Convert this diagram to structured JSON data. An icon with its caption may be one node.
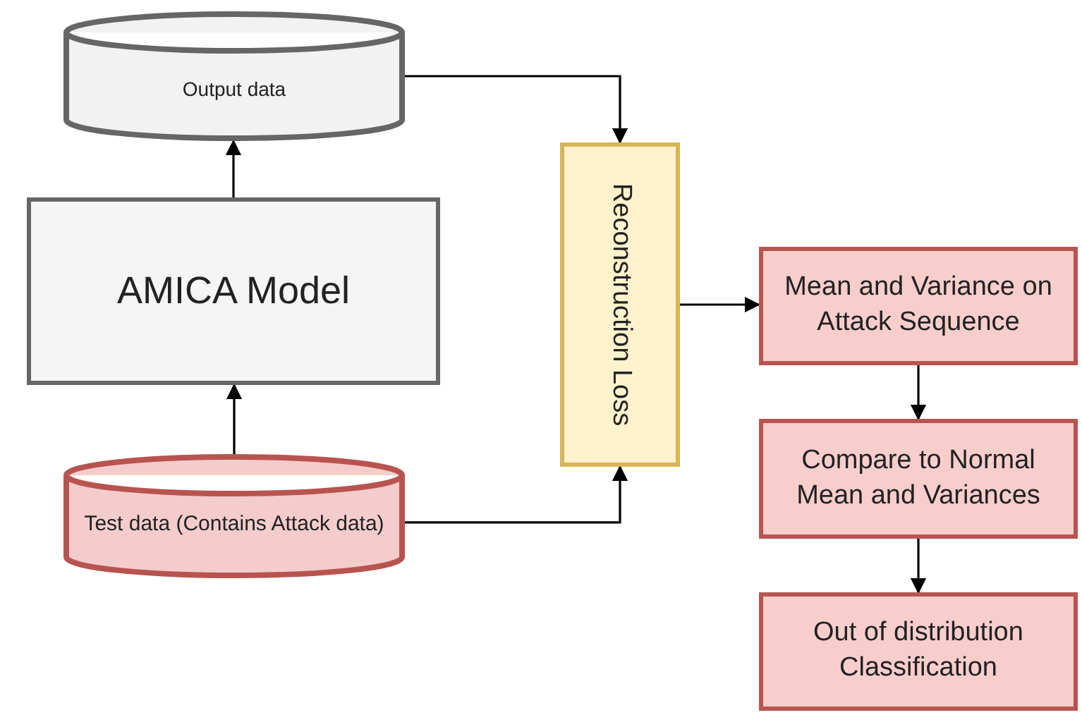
{
  "diagram": {
    "nodes": [
      {
        "text": [
          "Output data"
        ]
      },
      {
        "text": [
          "AMICA Model"
        ]
      },
      {
        "text": [
          "Test data (Contains Attack data)"
        ]
      },
      {
        "text": [
          "Reconstruction Loss"
        ]
      },
      {
        "text": [
          "Mean and Variance on Attack Sequence"
        ]
      },
      {
        "text": [
          "Compare to Normal Mean and Variances"
        ]
      },
      {
        "text": [
          "Out of distribution Classification"
        ]
      }
    ],
    "edges": [
      {
        "from": 2,
        "to": 1,
        "arrow": "to"
      },
      {
        "from": 1,
        "to": 0,
        "arrow": "to"
      },
      {
        "from": 0,
        "to": 3,
        "arrow": "to"
      },
      {
        "from": 2,
        "to": 3,
        "arrow": "to"
      },
      {
        "from": 3,
        "to": 4,
        "arrow": "to"
      },
      {
        "from": 4,
        "to": 5,
        "arrow": "to"
      },
      {
        "from": 5,
        "to": 6,
        "arrow": "to"
      }
    ]
  }
}
